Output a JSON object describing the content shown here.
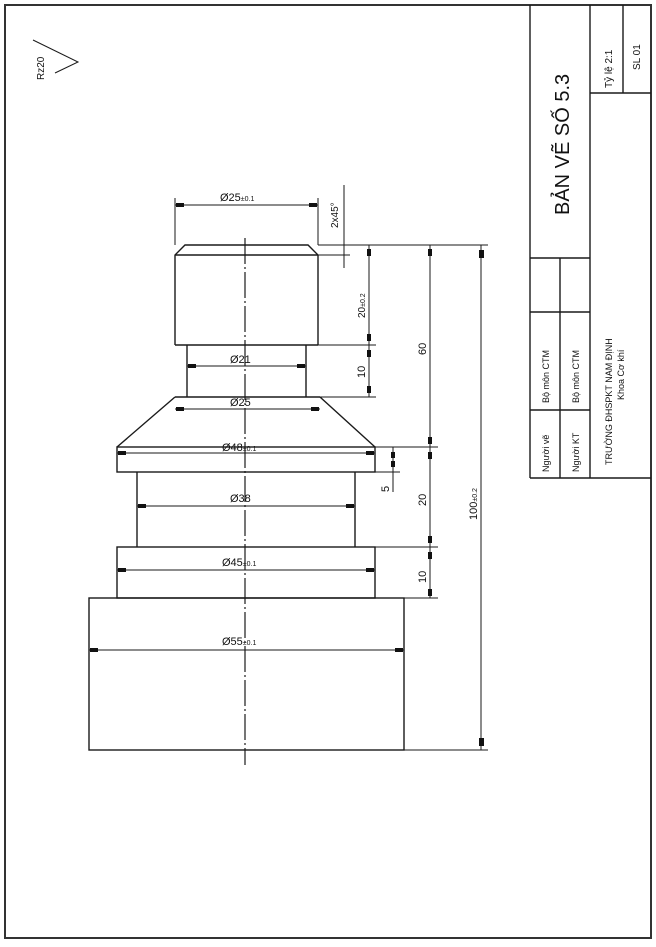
{
  "drawing": {
    "surface_finish": {
      "label": "Rz20",
      "icon": "surface-roughness-check-icon"
    },
    "dimensions": {
      "top_diameter": "Ø25",
      "top_diameter_tol": "±0.1",
      "chamfer": "2x45°",
      "top_height": "20",
      "top_height_tol": "±0.2",
      "neck_diameter": "Ø21",
      "neck_height": "10",
      "cone_small_diameter": "Ø25",
      "collar_diameter": "Ø48",
      "collar_diameter_tol": "±0.1",
      "collar_height": "5",
      "body_diameter": "Ø38",
      "body_height": "20",
      "step_diameter": "Ø45",
      "step_diameter_tol": "±0.1",
      "step_height": "10",
      "base_diameter": "Ø55",
      "base_diameter_tol": "±0.1",
      "upper_length": "60",
      "total_length": "100",
      "total_length_tol": "±0.2"
    }
  },
  "title_block": {
    "title": "BẢN VẼ SỐ 5.3",
    "scale": "Tỷ lệ 2:1",
    "quantity": "SL 01",
    "drawn_by_label": "Người vẽ",
    "drawn_by_value": "Bộ môn CTM",
    "checked_by_label": "Người KT",
    "checked_by_value": "Bộ môn CTM",
    "school": "TRƯỜNG ĐHSPKT NAM ĐỊNH",
    "faculty": "Khoa Cơ khí"
  },
  "colors": {
    "line": "#1a1a1a",
    "background": "#ffffff"
  }
}
